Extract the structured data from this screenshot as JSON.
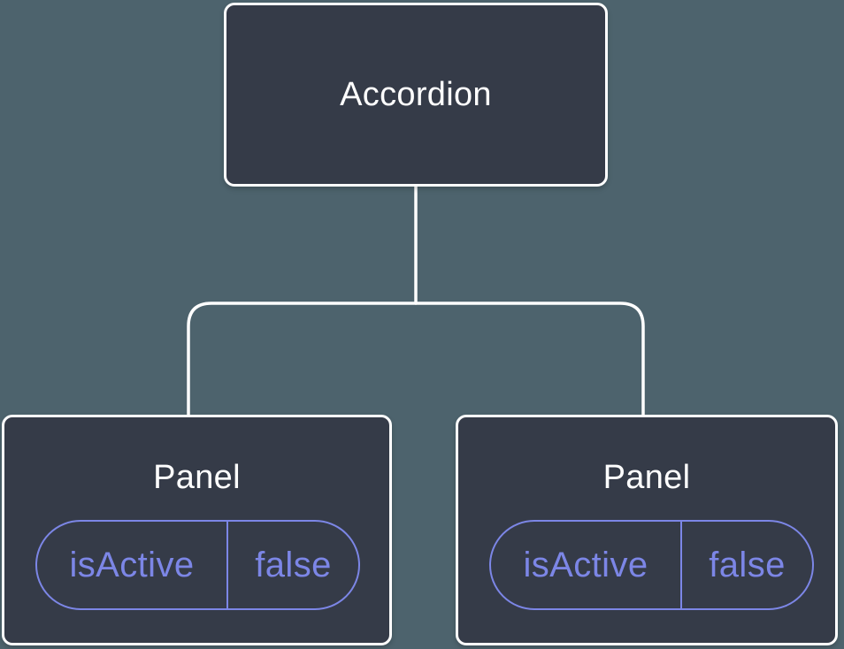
{
  "tree": {
    "root": {
      "label": "Accordion"
    },
    "panels": [
      {
        "label": "Panel",
        "state": {
          "key": "isActive",
          "value": "false"
        }
      },
      {
        "label": "Panel",
        "state": {
          "key": "isActive",
          "value": "false"
        }
      }
    ]
  },
  "colors": {
    "background": "#4D636D",
    "node_fill": "#353B48",
    "node_border": "#FFFFFF",
    "node_text": "#FFFFFF",
    "connector": "#FFFFFF",
    "state_accent": "#7C86E6"
  }
}
